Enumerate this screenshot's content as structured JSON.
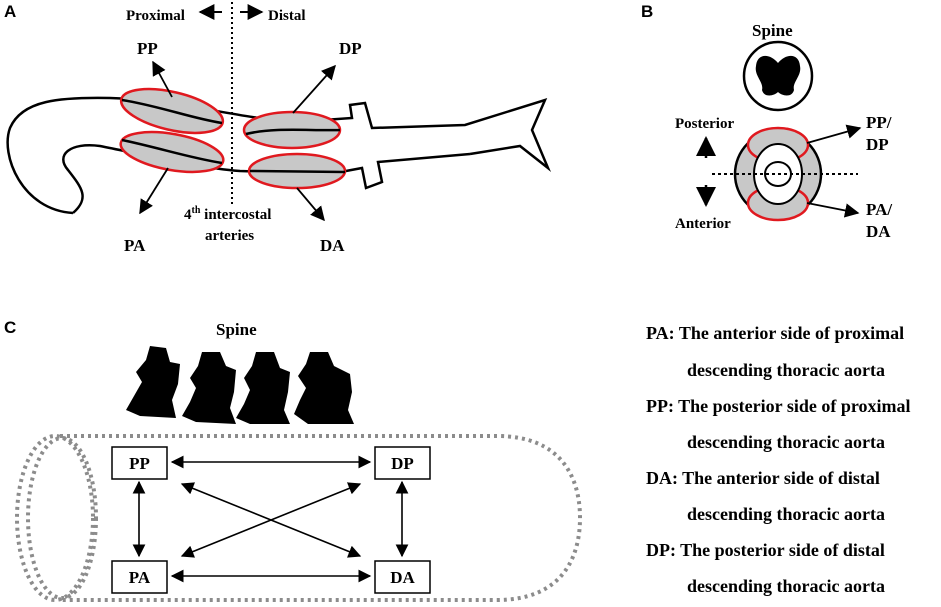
{
  "panels": {
    "a": "A",
    "b": "B",
    "c": "C"
  },
  "panel_a": {
    "proximal": "Proximal",
    "distal": "Distal",
    "pp": "PP",
    "dp": "DP",
    "pa": "PA",
    "da": "DA",
    "intercostal_number": "4",
    "intercostal_sup": "th",
    "intercostal_rest": " intercostal",
    "arteries": "arteries"
  },
  "panel_b": {
    "spine": "Spine",
    "posterior": "Posterior",
    "anterior": "Anterior",
    "pp_dp_line1": "PP/",
    "pp_dp_line2": "DP",
    "pa_da_line1": "PA/",
    "pa_da_line2": "DA"
  },
  "panel_c": {
    "spine": "Spine",
    "boxes": {
      "pp": "PP",
      "dp": "DP",
      "pa": "PA",
      "da": "DA"
    }
  },
  "legend": [
    {
      "line1": "PA: The anterior side of proximal",
      "line2": "descending thoracic aorta"
    },
    {
      "line1": "PP: The posterior side of proximal",
      "line2": "descending thoracic aorta"
    },
    {
      "line1": "DA: The anterior side of distal",
      "line2": "descending thoracic aorta"
    },
    {
      "line1": "DP: The posterior side of distal",
      "line2": "descending thoracic aorta"
    }
  ],
  "colors": {
    "highlight": "#e0191f",
    "shade": "#c8c8c8",
    "dotted": "#8c8c8c"
  }
}
